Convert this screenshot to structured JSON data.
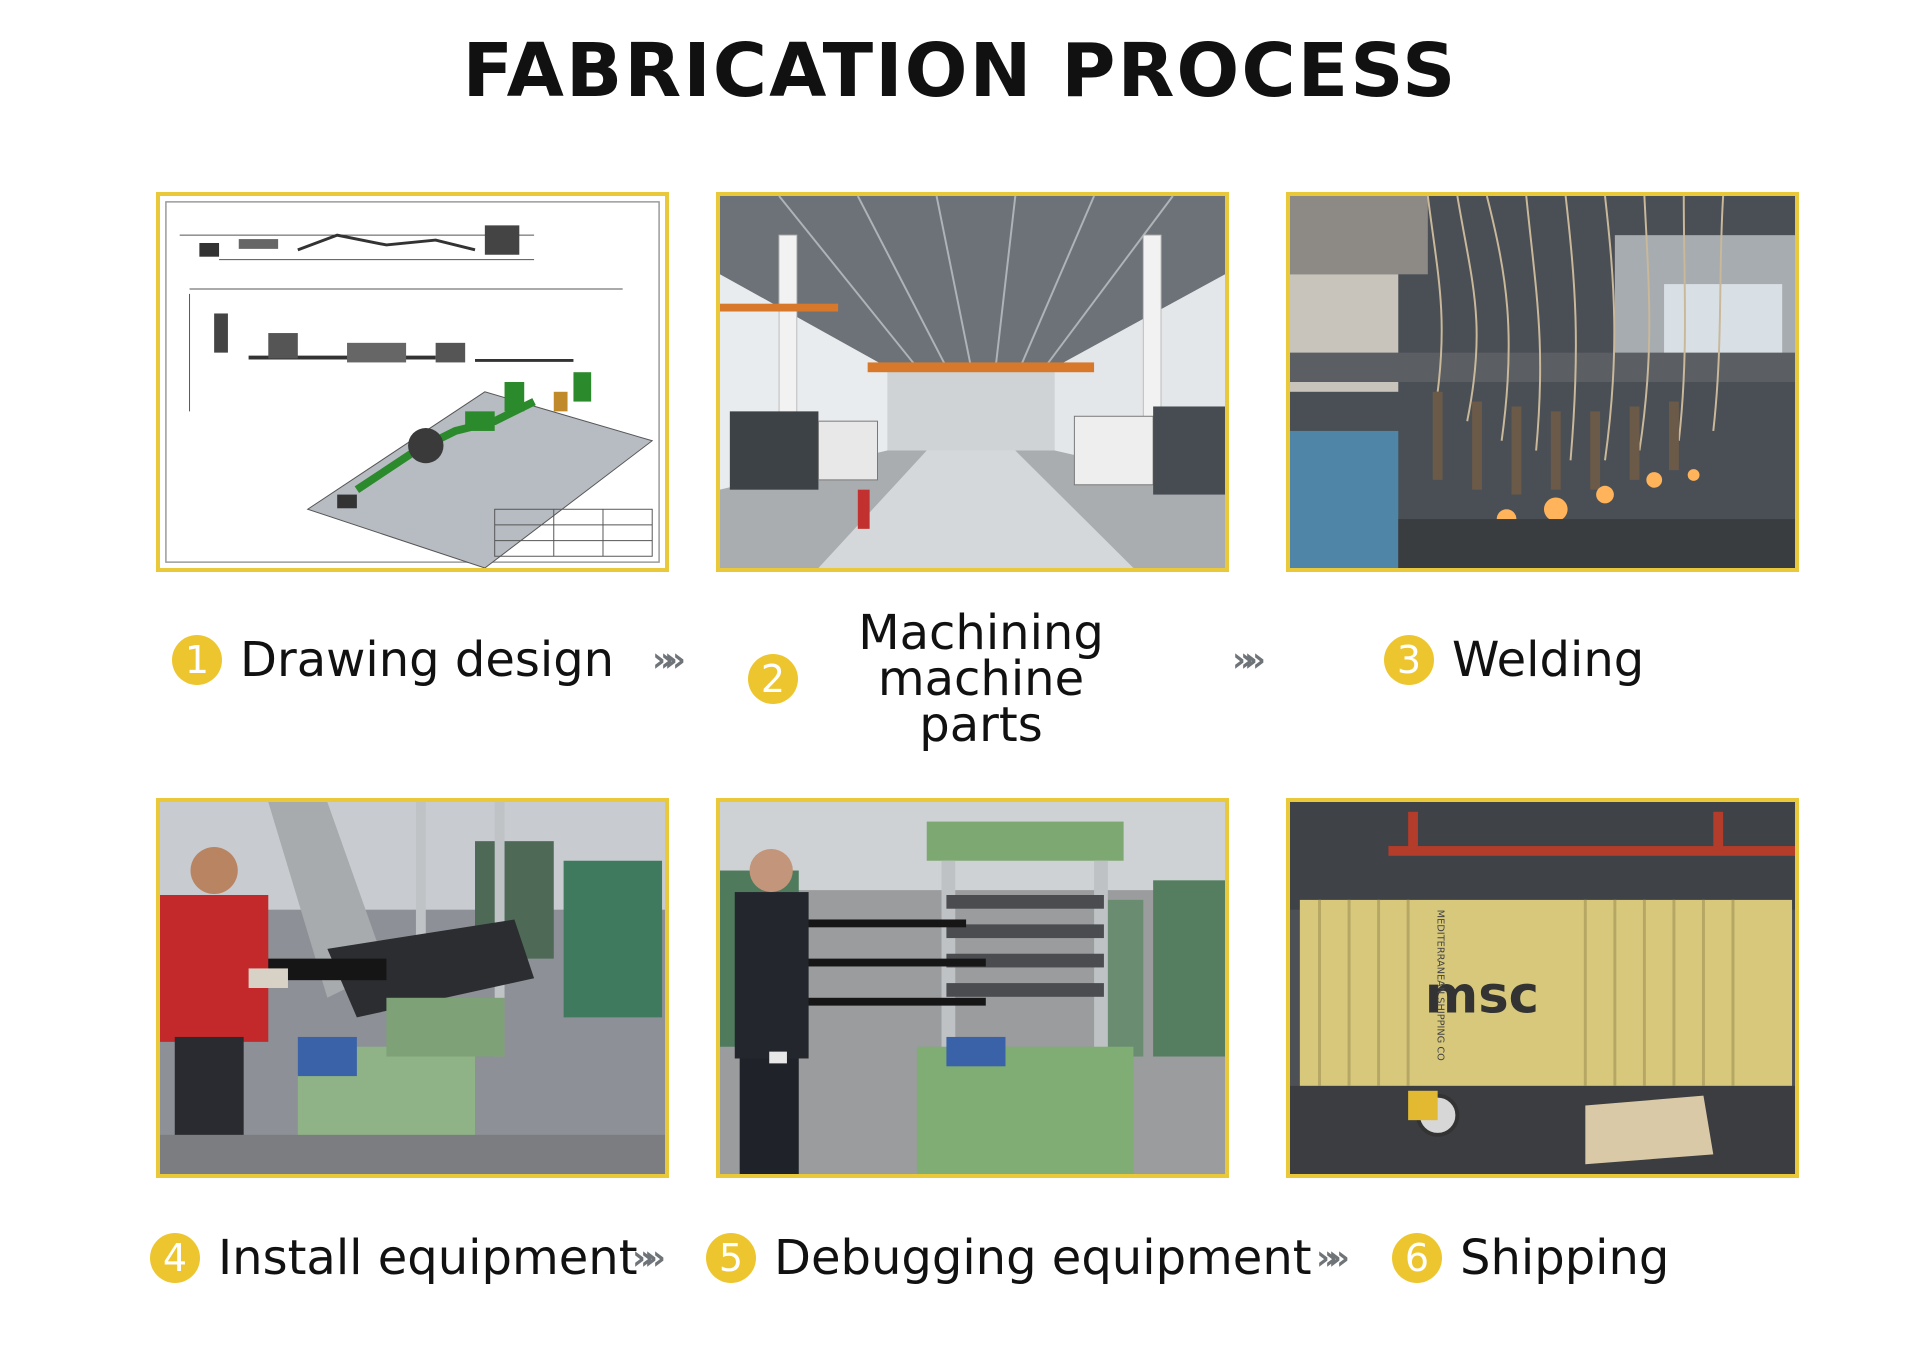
{
  "title": "FABRICATION PROCESS",
  "colors": {
    "accent": "#edc62f",
    "frame": "#e9c83a",
    "arrow": "#6f7479"
  },
  "arrow_glyph": "»»",
  "steps": [
    {
      "number": "1",
      "label": "Drawing design"
    },
    {
      "number": "2",
      "label": "Machining machine parts"
    },
    {
      "number": "3",
      "label": "Welding"
    },
    {
      "number": "4",
      "label": "Install equipment"
    },
    {
      "number": "5",
      "label": "Debugging equipment"
    },
    {
      "number": "6",
      "label": "Shipping"
    }
  ],
  "photos": {
    "container_brand": "msc",
    "container_side_text": "MEDITERRANEAN SHIPPING CO"
  }
}
